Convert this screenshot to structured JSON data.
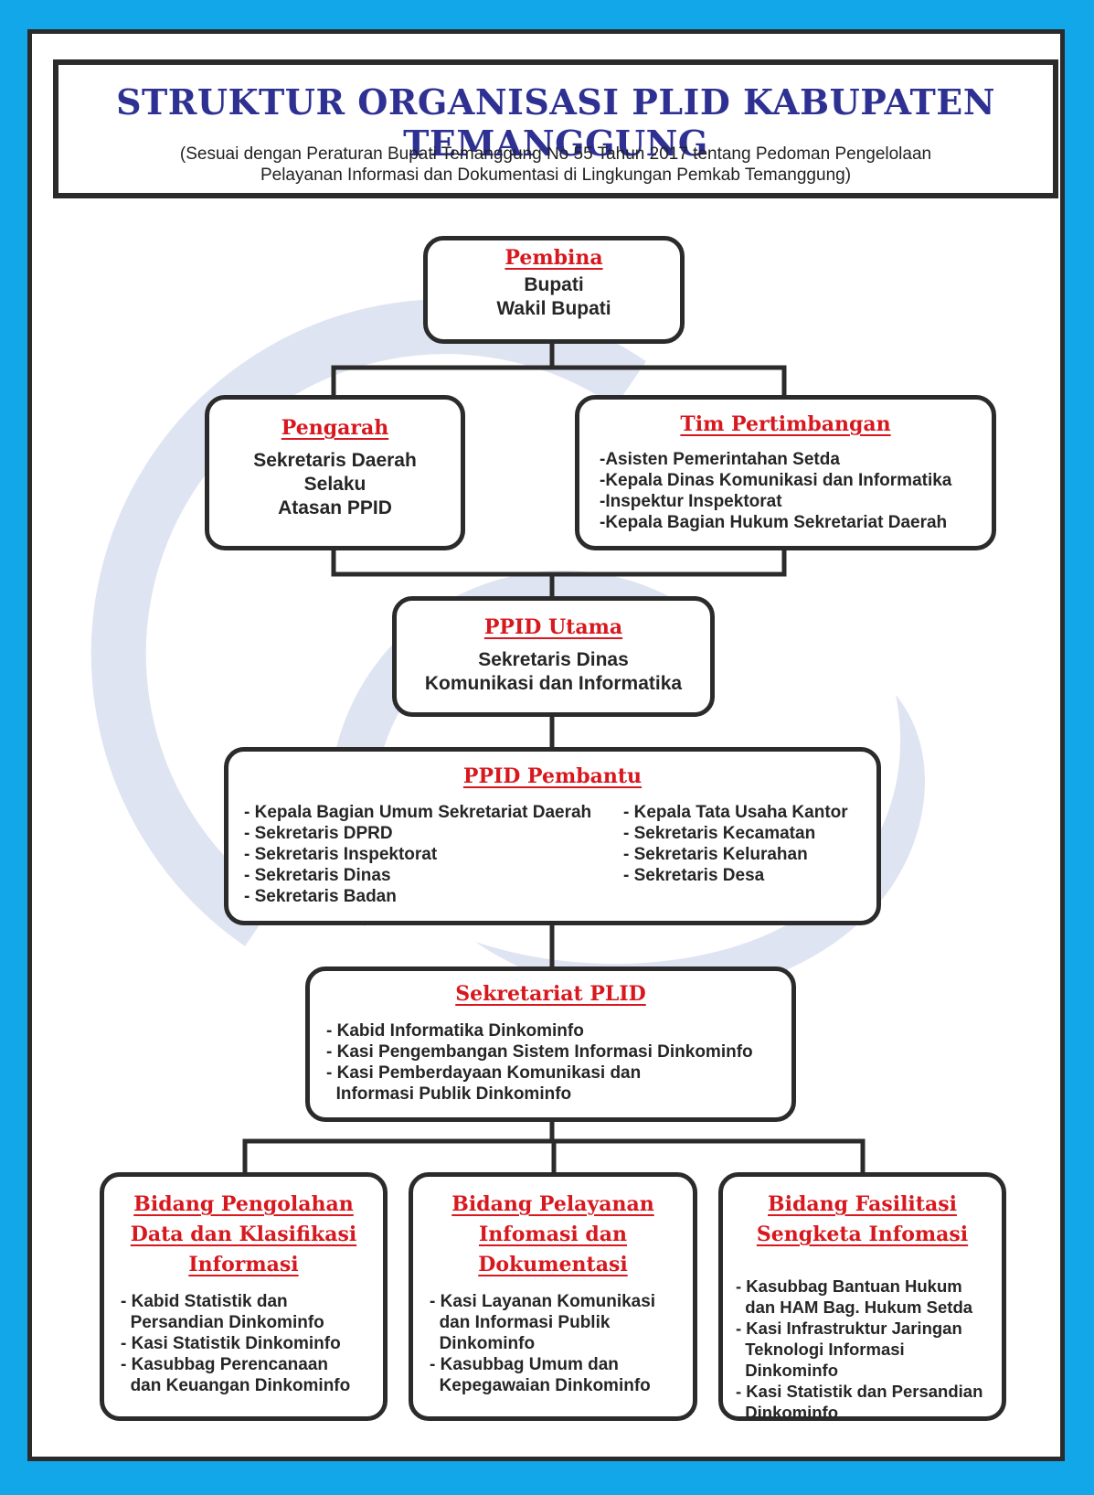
{
  "header": {
    "title": "STRUKTUR ORGANISASI PLID KABUPATEN TEMANGGUNG",
    "subtitle_line1": "(Sesuai dengan Peraturan Bupati Temanggung No 55 Tahun 2017 tentang Pedoman Pengelolaan",
    "subtitle_line2": "Pelayanan Informasi dan Dokumentasi di Lingkungan Pemkab Temanggung)"
  },
  "colors": {
    "border": "#12a7e8",
    "title": "#2e3192",
    "heading": "#d7191f",
    "text": "#262626",
    "watermark": "#dfe4f2"
  },
  "pembina": {
    "heading": "Pembina",
    "lines": [
      "Bupati",
      "Wakil Bupati"
    ]
  },
  "pengarah": {
    "heading": "Pengarah",
    "lines": [
      "Sekretaris Daerah",
      "Selaku",
      "Atasan PPID"
    ]
  },
  "tim": {
    "heading": "Tim Pertimbangan",
    "items": [
      "-Asisten Pemerintahan Setda",
      "-Kepala Dinas Komunikasi dan Informatika",
      "-Inspektur Inspektorat",
      "-Kepala Bagian Hukum Sekretariat Daerah"
    ]
  },
  "ppid_utama": {
    "heading": "PPID Utama",
    "lines": [
      "Sekretaris Dinas",
      "Komunikasi dan Informatika"
    ]
  },
  "ppid_pembantu": {
    "heading": "PPID Pembantu",
    "left": [
      "- Kepala Bagian Umum Sekretariat Daerah",
      "- Sekretaris DPRD",
      "- Sekretaris Inspektorat",
      "- Sekretaris Dinas",
      "- Sekretaris Badan"
    ],
    "right": [
      "- Kepala Tata Usaha Kantor",
      "- Sekretaris Kecamatan",
      "- Sekretaris Kelurahan",
      "- Sekretaris Desa"
    ]
  },
  "sekretariat": {
    "heading": "Sekretariat PLID",
    "items": [
      "- Kabid Informatika Dinkominfo",
      "- Kasi Pengembangan Sistem Informasi Dinkominfo",
      "- Kasi Pemberdayaan Komunikasi dan",
      "  Informasi Publik Dinkominfo"
    ]
  },
  "bidang1": {
    "heading": [
      "Bidang Pengolahan",
      "Data dan Klasifikasi",
      "Informasi"
    ],
    "items": [
      "- Kabid Statistik dan",
      "  Persandian Dinkominfo",
      "- Kasi Statistik Dinkominfo",
      "- Kasubbag Perencanaan",
      "  dan Keuangan Dinkominfo"
    ]
  },
  "bidang2": {
    "heading": [
      "Bidang Pelayanan",
      "Infomasi dan",
      "Dokumentasi"
    ],
    "items": [
      "- Kasi Layanan Komunikasi",
      "  dan Informasi Publik",
      "  Dinkominfo",
      "- Kasubbag Umum dan",
      "  Kepegawaian Dinkominfo"
    ]
  },
  "bidang3": {
    "heading": [
      "Bidang Fasilitasi",
      "Sengketa Infomasi"
    ],
    "items": [
      "- Kasubbag Bantuan Hukum",
      "  dan HAM Bag. Hukum Setda",
      "- Kasi Infrastruktur Jaringan",
      "  Teknologi Informasi",
      "  Dinkominfo",
      "- Kasi Statistik dan Persandian",
      "  Dinkominfo"
    ]
  }
}
